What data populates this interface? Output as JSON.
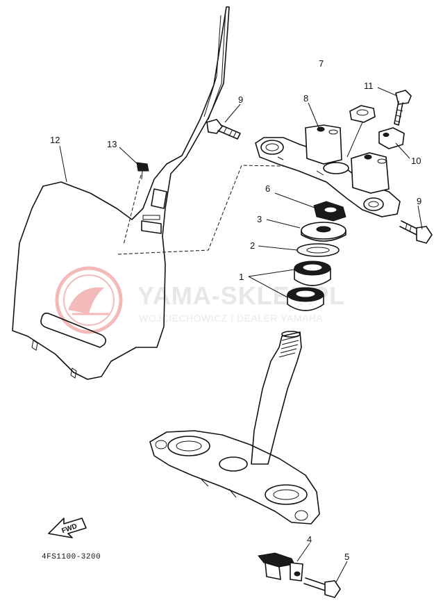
{
  "watermark": {
    "title": "YAMA-SKLEP.PL",
    "subtitle": "WOJCIECHOWICZ I DEALER YAMAHA",
    "logo_color": "#e23a3a"
  },
  "diagram_code": "4FS1100-3200",
  "fwd_label": "FWD",
  "callouts": {
    "c1": "1",
    "c2": "2",
    "c3": "3",
    "c4": "4",
    "c5": "5",
    "c6": "6",
    "c7": "7",
    "c8": "8",
    "c9a": "9",
    "c9b": "9",
    "c10": "10",
    "c11": "11",
    "c12": "12",
    "c13": "13"
  }
}
